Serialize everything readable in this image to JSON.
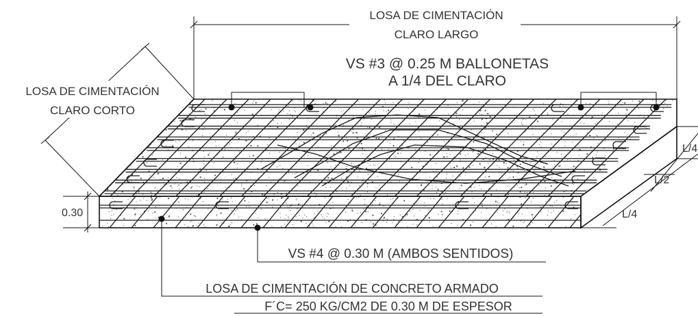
{
  "labels": {
    "long_span_line1": "LOSA DE CIMENTACIÓN",
    "long_span_line2": "CLARO LARGO",
    "short_span_line1": "LOSA DE CIMENTACIÓN",
    "short_span_line2": "CLARO CORTO",
    "top_bars_line1": "VS #3 @ 0.25 M BALLONETAS",
    "top_bars_line2": "A 1/4 DEL CLARO",
    "bottom_bars": "VS #4 @ 0.30 M (AMBOS SENTIDOS)",
    "slab_line1": "LOSA DE CIMENTACIÓN DE CONCRETO ARMADO",
    "slab_line2": "F´C= 250 KG/CM2 DE 0.30 M DE ESPESOR",
    "thickness": "0.30",
    "quarter_right": "L/4",
    "half_right": "L/2",
    "quarter_right_top": "L/4"
  },
  "colors": {
    "line": "#111111",
    "text": "#333333",
    "concrete_fill": "#ffffff",
    "stipple": "#555555"
  }
}
